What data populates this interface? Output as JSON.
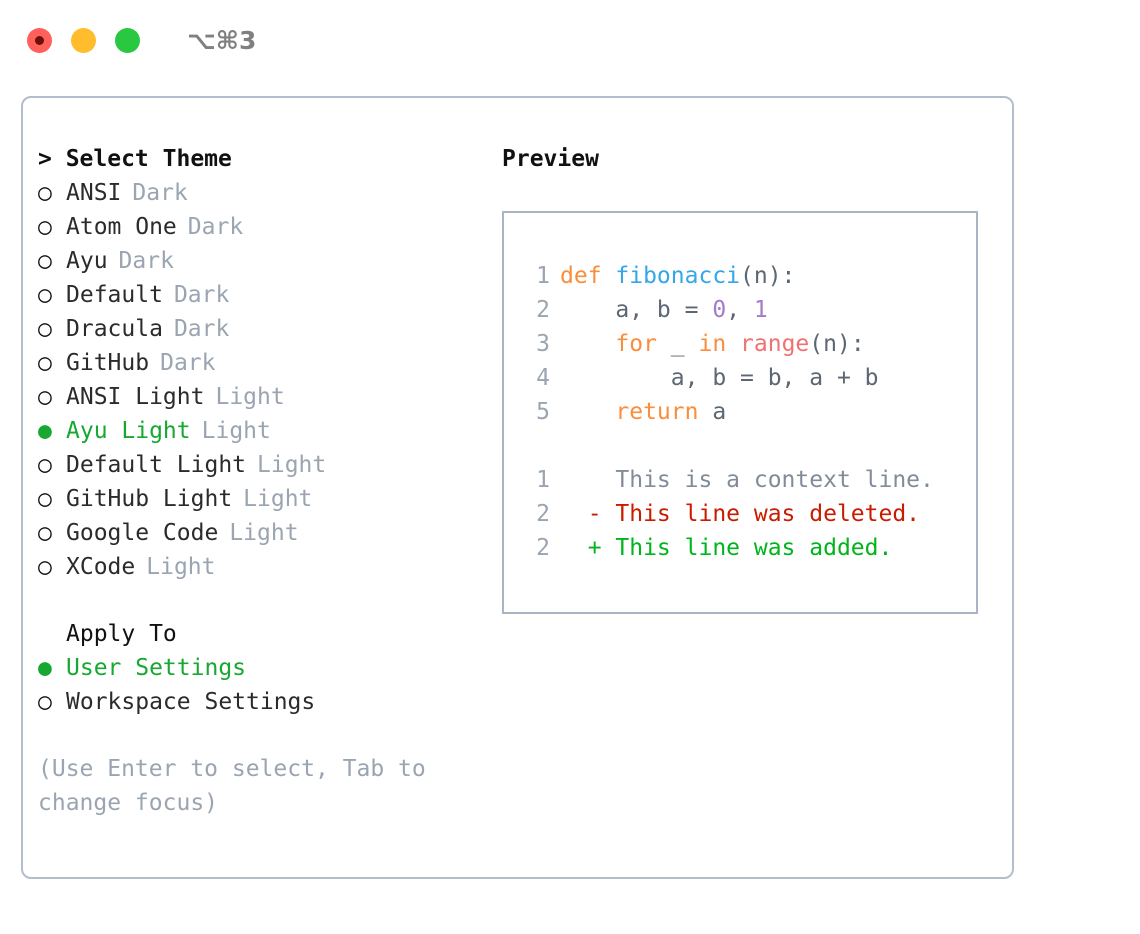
{
  "titlebar": {
    "shortcut": "⌥⌘3",
    "buttons": [
      {
        "name": "close",
        "color": "#ff6059"
      },
      {
        "name": "minimize",
        "color": "#ffbd2e"
      },
      {
        "name": "maximize",
        "color": "#28c840"
      }
    ]
  },
  "theme_picker": {
    "header": "> Select Theme",
    "selected_bullet": "●",
    "unselected_bullet": "○",
    "selected_color": "#16a830",
    "tag_color": "#9aa5b1",
    "items": [
      {
        "bullet": "○",
        "name": "ANSI",
        "tag": "Dark",
        "selected": false
      },
      {
        "bullet": "○",
        "name": "Atom One",
        "tag": "Dark",
        "selected": false
      },
      {
        "bullet": "○",
        "name": "Ayu",
        "tag": "Dark",
        "selected": false
      },
      {
        "bullet": "○",
        "name": "Default",
        "tag": "Dark",
        "selected": false
      },
      {
        "bullet": "○",
        "name": "Dracula",
        "tag": "Dark",
        "selected": false
      },
      {
        "bullet": "○",
        "name": "GitHub",
        "tag": "Dark",
        "selected": false
      },
      {
        "bullet": "○",
        "name": "ANSI Light",
        "tag": "Light",
        "selected": false
      },
      {
        "bullet": "●",
        "name": "Ayu Light",
        "tag": "Light",
        "selected": true
      },
      {
        "bullet": "○",
        "name": "Default Light",
        "tag": "Light",
        "selected": false
      },
      {
        "bullet": "○",
        "name": "GitHub Light",
        "tag": "Light",
        "selected": false
      },
      {
        "bullet": "○",
        "name": "Google Code",
        "tag": "Light",
        "selected": false
      },
      {
        "bullet": "○",
        "name": "XCode",
        "tag": "Light",
        "selected": false
      }
    ]
  },
  "apply_to": {
    "header": "Apply To",
    "items": [
      {
        "bullet": "●",
        "name": "User Settings",
        "selected": true
      },
      {
        "bullet": "○",
        "name": "Workspace Settings",
        "selected": false
      }
    ]
  },
  "hint": "(Use Enter to select, Tab to change focus)",
  "preview": {
    "title": "Preview",
    "code": [
      {
        "ln": "1",
        "tokens": [
          {
            "t": "def ",
            "c": "kw"
          },
          {
            "t": "fibonacci",
            "c": "fn"
          },
          {
            "t": "(n):",
            "c": "pl"
          }
        ]
      },
      {
        "ln": "2",
        "tokens": [
          {
            "t": "    a, b = ",
            "c": "pl"
          },
          {
            "t": "0",
            "c": "num"
          },
          {
            "t": ", ",
            "c": "pl"
          },
          {
            "t": "1",
            "c": "num"
          }
        ]
      },
      {
        "ln": "3",
        "tokens": [
          {
            "t": "    ",
            "c": "pl"
          },
          {
            "t": "for",
            "c": "kw"
          },
          {
            "t": " _ ",
            "c": "pl"
          },
          {
            "t": "in",
            "c": "kw"
          },
          {
            "t": " ",
            "c": "pl"
          },
          {
            "t": "range",
            "c": "bfn"
          },
          {
            "t": "(n):",
            "c": "pl"
          }
        ]
      },
      {
        "ln": "4",
        "tokens": [
          {
            "t": "        a, b = b, a + b",
            "c": "pl"
          }
        ]
      },
      {
        "ln": "5",
        "tokens": [
          {
            "t": "    ",
            "c": "pl"
          },
          {
            "t": "return",
            "c": "kw"
          },
          {
            "t": " a",
            "c": "pl"
          }
        ]
      }
    ],
    "diff": [
      {
        "ln": "1",
        "marker": " ",
        "text": " This is a context line.",
        "kind": "context"
      },
      {
        "ln": "2",
        "marker": "-",
        "text": " This line was deleted.",
        "kind": "deleted"
      },
      {
        "ln": "2",
        "marker": "+",
        "text": " This line was added.",
        "kind": "added"
      }
    ],
    "colors": {
      "keyword": "#fa8d3e",
      "function": "#35a6e8",
      "number": "#a37acc",
      "builtin": "#f07171",
      "plain": "#3c4450",
      "line_number": "#9aa5b1",
      "diff_context": "#828c99",
      "diff_deleted": "#c91b00",
      "diff_added": "#00b51a"
    }
  }
}
